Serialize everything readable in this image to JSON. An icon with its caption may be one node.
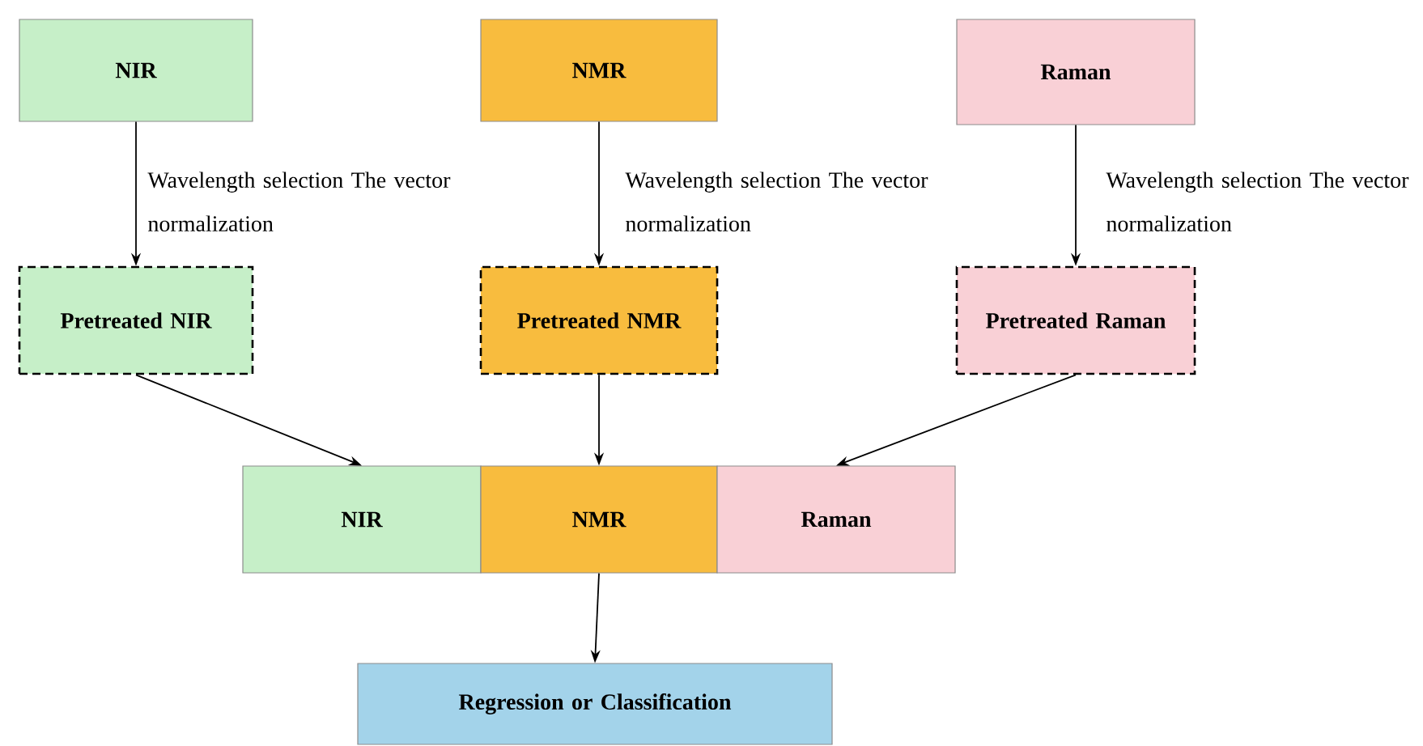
{
  "diagram": {
    "nodes": [
      {
        "text": [
          "NIR"
        ]
      },
      {
        "text": [
          "NMR"
        ]
      },
      {
        "text": [
          "Raman"
        ]
      },
      {
        "text": [
          "Pretreated NIR"
        ]
      },
      {
        "text": [
          "Pretreated NMR"
        ]
      },
      {
        "text": [
          "Pretreated Raman"
        ]
      },
      {
        "text": [
          "NIR"
        ]
      },
      {
        "text": [
          "NMR"
        ]
      },
      {
        "text": [
          "Raman"
        ]
      },
      {
        "text": [
          "Regression or Classification"
        ]
      }
    ],
    "edges": [
      {
        "from": 0,
        "to": 3,
        "arrow": "to",
        "label": "Wavelength selection The vector normalization"
      },
      {
        "from": 1,
        "to": 4,
        "arrow": "to",
        "label": "Wavelength selection The vector normalization"
      },
      {
        "from": 2,
        "to": 5,
        "arrow": "to",
        "label": "Wavelength selection The vector normalization"
      },
      {
        "from": 3,
        "to": 6,
        "arrow": "to"
      },
      {
        "from": 4,
        "to": 7,
        "arrow": "to"
      },
      {
        "from": 5,
        "to": 8,
        "arrow": "to"
      },
      {
        "from": 7,
        "to": 9,
        "arrow": "to"
      }
    ]
  }
}
